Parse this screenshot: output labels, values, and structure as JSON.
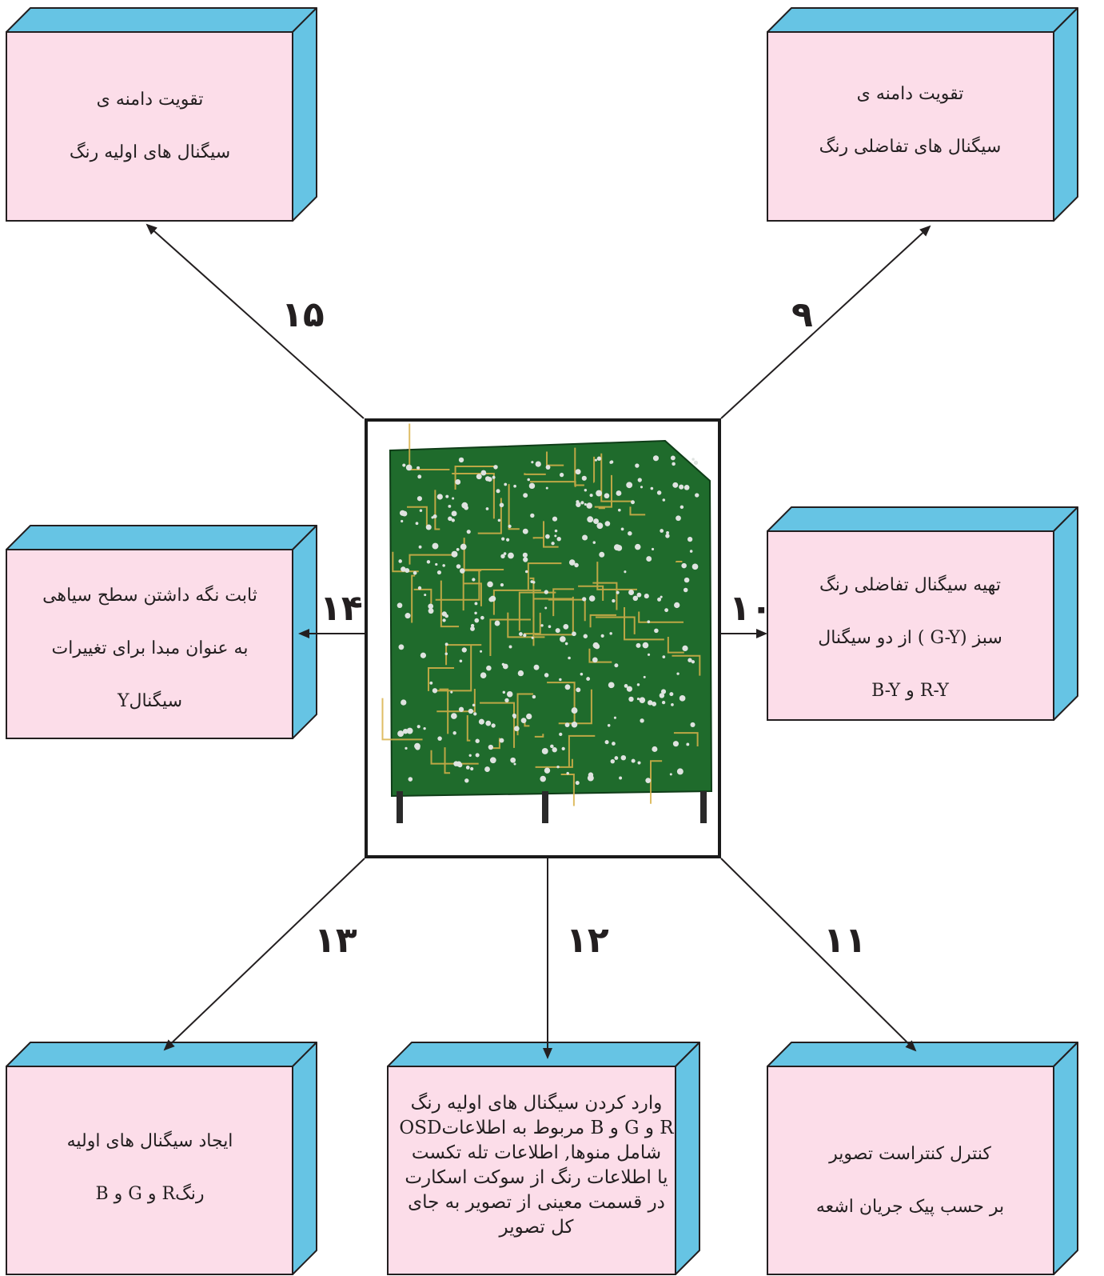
{
  "diagram": {
    "colors": {
      "box_face": "#fcdde9",
      "box_side": "#66c4e4",
      "outline": "#231f20",
      "pcb_board": "#1f6b2c",
      "pcb_trace": "#d9b24a"
    },
    "center_image": {
      "icon": "pcb-board-photo"
    },
    "boxes": {
      "top_left": {
        "lines": [
          "تقویت دامنه ی",
          "سیگنال های اولیه رنگ"
        ]
      },
      "top_right": {
        "lines": [
          "تقویت دامنه ی",
          "سیگنال های تفاضلی رنگ"
        ]
      },
      "mid_left": {
        "lines": [
          "ثابت نگه داشتن سطح سیاهی",
          "به عنوان مبدا برای تغییرات",
          "سیگنالY"
        ]
      },
      "mid_right": {
        "lines": [
          "تهیه سیگنال تفاضلی رنگ",
          "سبز (G-Y ) از دو سیگنال",
          "R-Y و B-Y"
        ]
      },
      "bottom_left": {
        "lines": [
          "ایجاد سیگنال های اولیه",
          "رنگR و G و B"
        ]
      },
      "bottom_center": {
        "lines": [
          "وارد کردن سیگنال های اولیه رنگ",
          "R و G و B مربوط به اطلاعاتOSD",
          "شامل منوها, اطلاعات تله تکست",
          "یا اطلاعات رنگ از سوکت اسکارت",
          "در قسمت معینی از تصویر به جای",
          "کل تصویر"
        ]
      },
      "bottom_right": {
        "lines": [
          "کنترل کنتراست تصویر",
          "بر حسب پیک جریان اشعه"
        ]
      }
    },
    "labels": {
      "n15": "۱۵",
      "n9": "۹",
      "n14": "۱۴",
      "n10": "۱۰",
      "n13": "۱۳",
      "n12": "۱۲",
      "n11": "۱۱"
    }
  }
}
